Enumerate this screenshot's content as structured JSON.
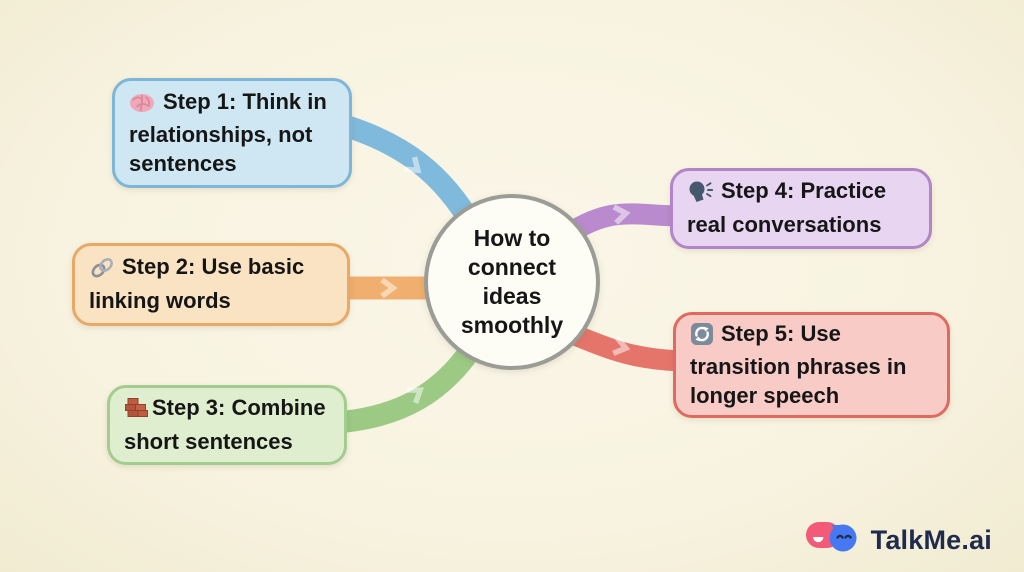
{
  "background_color": "#f8f3e0",
  "center": {
    "label": "How to connect ideas smoothly",
    "fill": "#fdfdf6",
    "border_color": "#9c9c96",
    "text_color": "#161616"
  },
  "nodes": [
    {
      "id": "step1",
      "emoji": "🧠",
      "icon": "brain-icon",
      "label": "Step 1: Think in relationships, not sentences",
      "fill": "#cee7f3",
      "border_color": "#7db6d7",
      "connector_color": "#7fb9dc"
    },
    {
      "id": "step2",
      "emoji": "🔗",
      "icon": "link-icon",
      "label": "Step 2: Use basic linking words",
      "fill": "#fae3c2",
      "border_color": "#e7a966",
      "connector_color": "#f0af6e"
    },
    {
      "id": "step3",
      "emoji": "🧱",
      "icon": "brick-icon",
      "label": "Step 3: Combine short sentences",
      "fill": "#dfeecf",
      "border_color": "#a3cd8e",
      "connector_color": "#9cca85"
    },
    {
      "id": "step4",
      "emoji": "🗣️",
      "icon": "speaking-head-icon",
      "label": "Step 4: Practice real conversations",
      "fill": "#e7d5f1",
      "border_color": "#b285c8",
      "connector_color": "#b98bce"
    },
    {
      "id": "step5",
      "emoji": "🔄",
      "icon": "arrows-cycle-icon",
      "label": "Step 5: Use transition phrases in longer speech",
      "fill": "#f8cbc7",
      "border_color": "#df6a5f",
      "connector_color": "#e5756b"
    }
  ],
  "chevron_color": "rgba(255,255,255,0.5)",
  "branding": {
    "logo_text": "TalkMe.ai",
    "logo_pink": "#f25b78",
    "logo_blue": "#4678f2",
    "logo_text_color": "#1e2b4d"
  }
}
